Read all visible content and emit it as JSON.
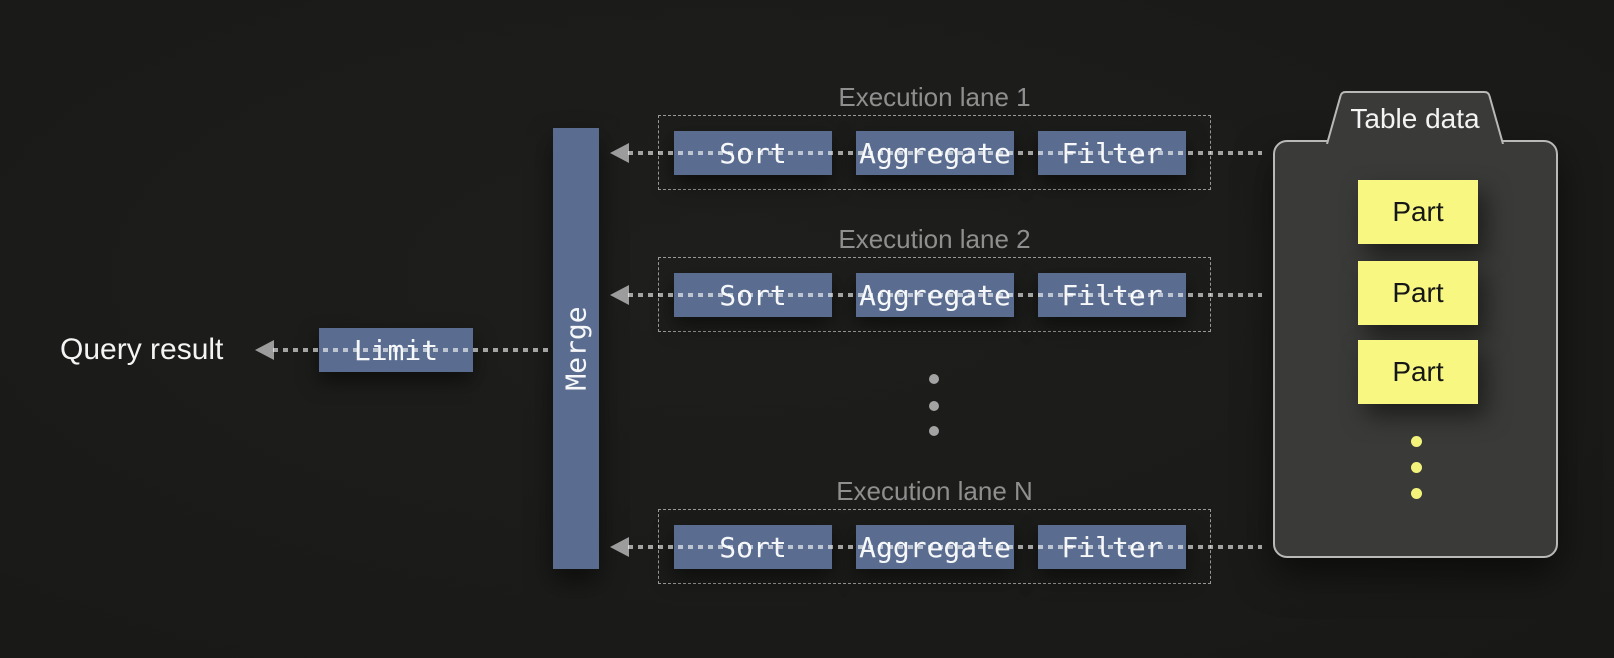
{
  "colors": {
    "background": "#1b1b19",
    "operator_blue": "#5a6d90",
    "panel_gray": "#3a3a38",
    "part_yellow": "#f7f782",
    "lane_label_gray": "#8f8f8f",
    "arrow_gray": "#9c9c9c",
    "text_white": "#f4f4f4"
  },
  "result": {
    "label": "Query result"
  },
  "limit": {
    "label": "Limit"
  },
  "merge": {
    "label": "Merge"
  },
  "lanes": [
    {
      "label": "Execution lane 1",
      "operators": [
        "Sort",
        "Aggregate",
        "Filter"
      ]
    },
    {
      "label": "Execution lane 2",
      "operators": [
        "Sort",
        "Aggregate",
        "Filter"
      ]
    },
    {
      "label": "Execution lane N",
      "operators": [
        "Sort",
        "Aggregate",
        "Filter"
      ]
    }
  ],
  "lanes_ellipsis_icon": "vertical-ellipsis",
  "table_data": {
    "title": "Table data",
    "parts": [
      "Part",
      "Part",
      "Part"
    ],
    "parts_ellipsis_icon": "vertical-ellipsis"
  }
}
